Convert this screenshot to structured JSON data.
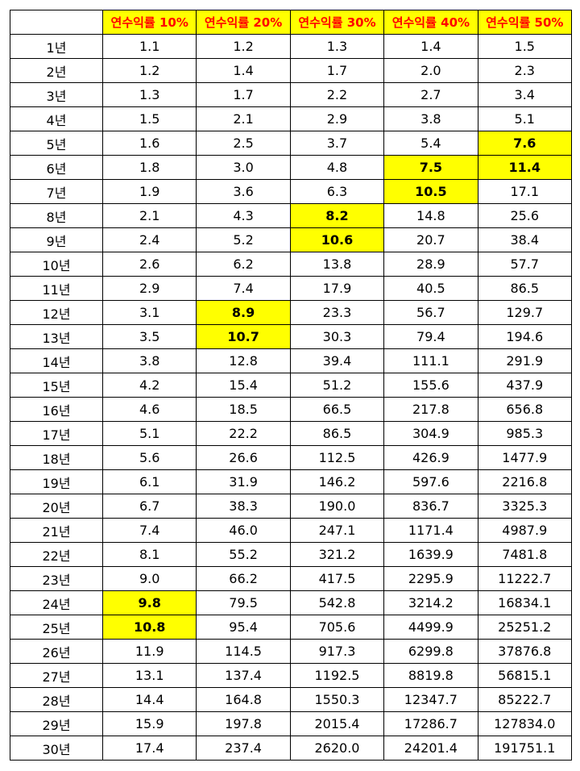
{
  "table": {
    "corner": "",
    "headers": [
      "연수익률 10%",
      "연수익률 20%",
      "연수익률 30%",
      "연수익률 40%",
      "연수익률 50%"
    ],
    "rows": [
      {
        "year": "1년",
        "values": [
          "1.1",
          "1.2",
          "1.3",
          "1.4",
          "1.5"
        ]
      },
      {
        "year": "2년",
        "values": [
          "1.2",
          "1.4",
          "1.7",
          "2.0",
          "2.3"
        ]
      },
      {
        "year": "3년",
        "values": [
          "1.3",
          "1.7",
          "2.2",
          "2.7",
          "3.4"
        ]
      },
      {
        "year": "4년",
        "values": [
          "1.5",
          "2.1",
          "2.9",
          "3.8",
          "5.1"
        ]
      },
      {
        "year": "5년",
        "values": [
          "1.6",
          "2.5",
          "3.7",
          "5.4",
          "7.6"
        ]
      },
      {
        "year": "6년",
        "values": [
          "1.8",
          "3.0",
          "4.8",
          "7.5",
          "11.4"
        ]
      },
      {
        "year": "7년",
        "values": [
          "1.9",
          "3.6",
          "6.3",
          "10.5",
          "17.1"
        ]
      },
      {
        "year": "8년",
        "values": [
          "2.1",
          "4.3",
          "8.2",
          "14.8",
          "25.6"
        ]
      },
      {
        "year": "9년",
        "values": [
          "2.4",
          "5.2",
          "10.6",
          "20.7",
          "38.4"
        ]
      },
      {
        "year": "10년",
        "values": [
          "2.6",
          "6.2",
          "13.8",
          "28.9",
          "57.7"
        ]
      },
      {
        "year": "11년",
        "values": [
          "2.9",
          "7.4",
          "17.9",
          "40.5",
          "86.5"
        ]
      },
      {
        "year": "12년",
        "values": [
          "3.1",
          "8.9",
          "23.3",
          "56.7",
          "129.7"
        ]
      },
      {
        "year": "13년",
        "values": [
          "3.5",
          "10.7",
          "30.3",
          "79.4",
          "194.6"
        ]
      },
      {
        "year": "14년",
        "values": [
          "3.8",
          "12.8",
          "39.4",
          "111.1",
          "291.9"
        ]
      },
      {
        "year": "15년",
        "values": [
          "4.2",
          "15.4",
          "51.2",
          "155.6",
          "437.9"
        ]
      },
      {
        "year": "16년",
        "values": [
          "4.6",
          "18.5",
          "66.5",
          "217.8",
          "656.8"
        ]
      },
      {
        "year": "17년",
        "values": [
          "5.1",
          "22.2",
          "86.5",
          "304.9",
          "985.3"
        ]
      },
      {
        "year": "18년",
        "values": [
          "5.6",
          "26.6",
          "112.5",
          "426.9",
          "1477.9"
        ]
      },
      {
        "year": "19년",
        "values": [
          "6.1",
          "31.9",
          "146.2",
          "597.6",
          "2216.8"
        ]
      },
      {
        "year": "20년",
        "values": [
          "6.7",
          "38.3",
          "190.0",
          "836.7",
          "3325.3"
        ]
      },
      {
        "year": "21년",
        "values": [
          "7.4",
          "46.0",
          "247.1",
          "1171.4",
          "4987.9"
        ]
      },
      {
        "year": "22년",
        "values": [
          "8.1",
          "55.2",
          "321.2",
          "1639.9",
          "7481.8"
        ]
      },
      {
        "year": "23년",
        "values": [
          "9.0",
          "66.2",
          "417.5",
          "2295.9",
          "11222.7"
        ]
      },
      {
        "year": "24년",
        "values": [
          "9.8",
          "79.5",
          "542.8",
          "3214.2",
          "16834.1"
        ]
      },
      {
        "year": "25년",
        "values": [
          "10.8",
          "95.4",
          "705.6",
          "4499.9",
          "25251.2"
        ]
      },
      {
        "year": "26년",
        "values": [
          "11.9",
          "114.5",
          "917.3",
          "6299.8",
          "37876.8"
        ]
      },
      {
        "year": "27년",
        "values": [
          "13.1",
          "137.4",
          "1192.5",
          "8819.8",
          "56815.1"
        ]
      },
      {
        "year": "28년",
        "values": [
          "14.4",
          "164.8",
          "1550.3",
          "12347.7",
          "85222.7"
        ]
      },
      {
        "year": "29년",
        "values": [
          "15.9",
          "197.8",
          "2015.4",
          "17286.7",
          "127834.0"
        ]
      },
      {
        "year": "30년",
        "values": [
          "17.4",
          "237.4",
          "2620.0",
          "24201.4",
          "191751.1"
        ]
      }
    ],
    "highlighted_cells": [
      {
        "row": 4,
        "col": 4
      },
      {
        "row": 5,
        "col": 3
      },
      {
        "row": 5,
        "col": 4
      },
      {
        "row": 6,
        "col": 3
      },
      {
        "row": 7,
        "col": 2
      },
      {
        "row": 8,
        "col": 2
      },
      {
        "row": 11,
        "col": 1
      },
      {
        "row": 12,
        "col": 1
      },
      {
        "row": 23,
        "col": 0
      },
      {
        "row": 24,
        "col": 0
      }
    ],
    "colors": {
      "highlight_bg": "#ffff00",
      "header_bg": "#ffff00",
      "header_text": "#ff0000",
      "border": "#000000",
      "text": "#000000"
    }
  }
}
